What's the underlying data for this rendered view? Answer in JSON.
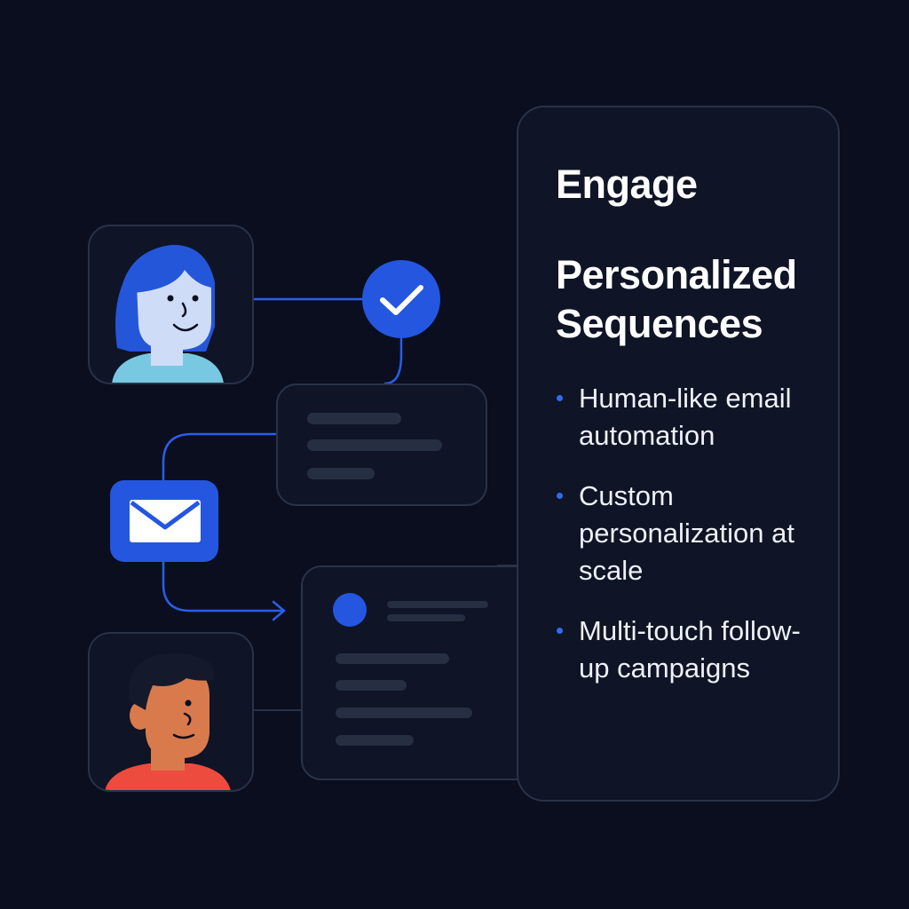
{
  "panel": {
    "heading": "Engage",
    "subheading": "Personalized Sequences",
    "bullets": [
      {
        "text": "Human-like email automation"
      },
      {
        "text": "Custom personalization at scale"
      },
      {
        "text": "Multi-touch follow-up campaigns"
      }
    ]
  },
  "colors": {
    "background": "#0a0e1f",
    "card": "#0f1426",
    "card_border": "#2a3247",
    "accent": "#2a5ee8",
    "skeleton": "#262e42"
  },
  "icons": {
    "check": "check-icon",
    "mail": "mail-icon",
    "avatar_1": "woman-avatar-icon",
    "avatar_2": "man-avatar-icon"
  }
}
